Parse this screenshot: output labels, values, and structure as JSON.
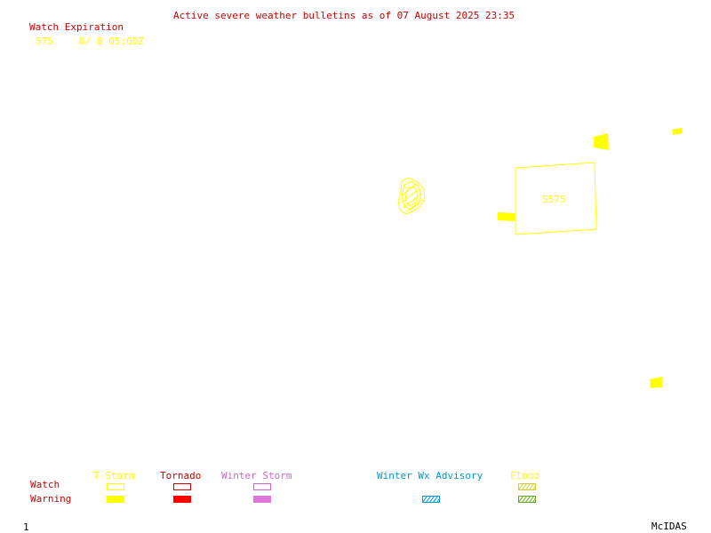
{
  "header": {
    "title": "Active severe weather bulletins as of 07 August 2025 23:35"
  },
  "watch_list": {
    "heading": "Watch Expiration",
    "rows": [
      {
        "number": "575",
        "expiration": "8/ 8 05:00Z"
      }
    ]
  },
  "map": {
    "watch_box_label": "S575",
    "colors": {
      "tstorm": "#ffff00",
      "tornado": "#ff0000",
      "winter_storm": "#dd77dd",
      "winter_wx_advisory": "#0099cc",
      "flood": "#99cc33"
    }
  },
  "legend": {
    "row_labels": {
      "watch": "Watch",
      "warning": "Warning"
    },
    "categories": [
      {
        "key": "tstorm",
        "label": "T-Storm"
      },
      {
        "key": "tornado",
        "label": "Tornado"
      },
      {
        "key": "winter_storm",
        "label": "Winter Storm"
      },
      {
        "key": "winter_wx_advisory",
        "label": "Winter Wx Advisory"
      },
      {
        "key": "flood",
        "label": "Flood"
      }
    ]
  },
  "footer": {
    "frame_number": "1",
    "brand": "McIDAS"
  }
}
